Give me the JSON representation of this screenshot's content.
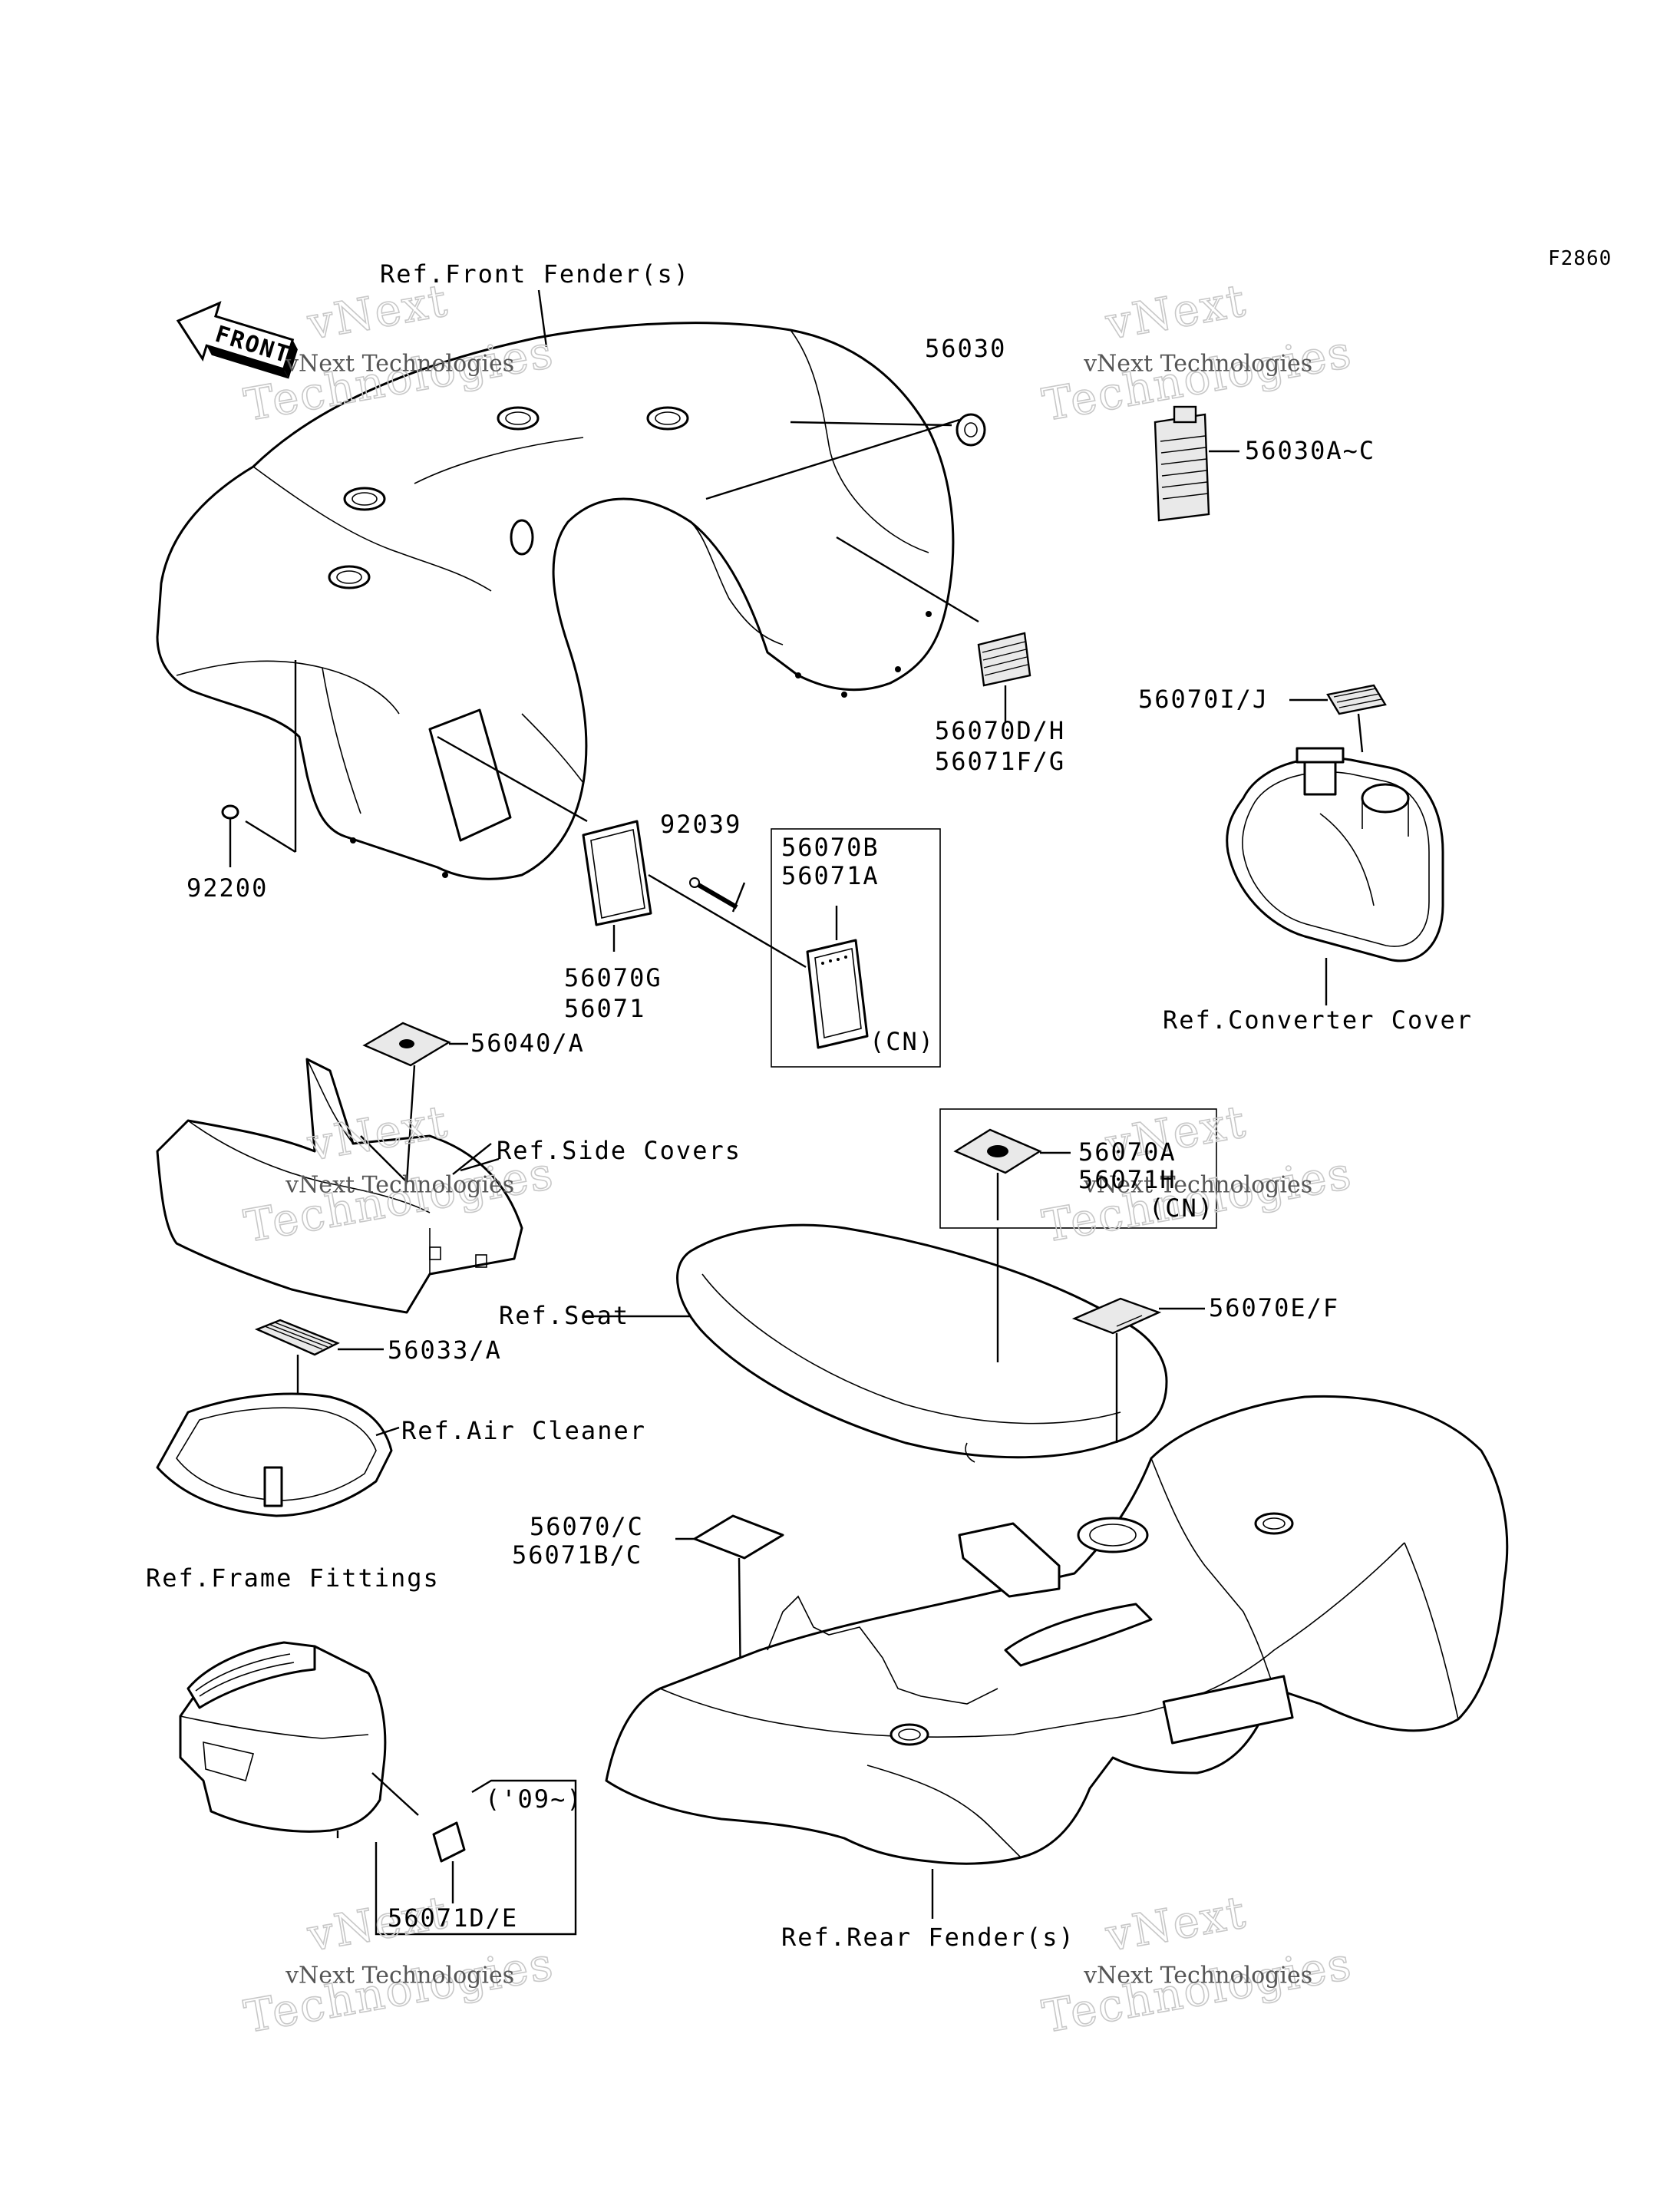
{
  "diagram_code": "F2860",
  "front_arrow": "FRONT",
  "watermark": {
    "line1": "vNext",
    "line2": "Technologies",
    "caption": "vNext Technologies"
  },
  "labels": {
    "front_fender": "Ref.Front Fender(s)",
    "p56030": "56030",
    "p56030a_c": "56030A~C",
    "p56070dh": "56070D/H",
    "p56071fg": "56071F/G",
    "p56070ij": "56070I/J",
    "p92200": "92200",
    "p92039": "92039",
    "p56070g": "56070G",
    "p56071": "56071",
    "p56070b": "56070B",
    "p56071a": "56071A",
    "cn1": "(CN)",
    "converter_cover": "Ref.Converter Cover",
    "p56040a": "56040/A",
    "side_covers": "Ref.Side Covers",
    "p56070a": "56070A",
    "p56071h": "56071H",
    "cn2": "(CN)",
    "seat": "Ref.Seat",
    "p56070ef": "56070E/F",
    "p56033a": "56033/A",
    "air_cleaner": "Ref.Air Cleaner",
    "p56070c": "56070/C",
    "p56071bc": "56071B/C",
    "frame_fittings": "Ref.Frame Fittings",
    "year09": "('09~)",
    "p56071de": "56071D/E",
    "rear_fender": "Ref.Rear Fender(s)"
  }
}
